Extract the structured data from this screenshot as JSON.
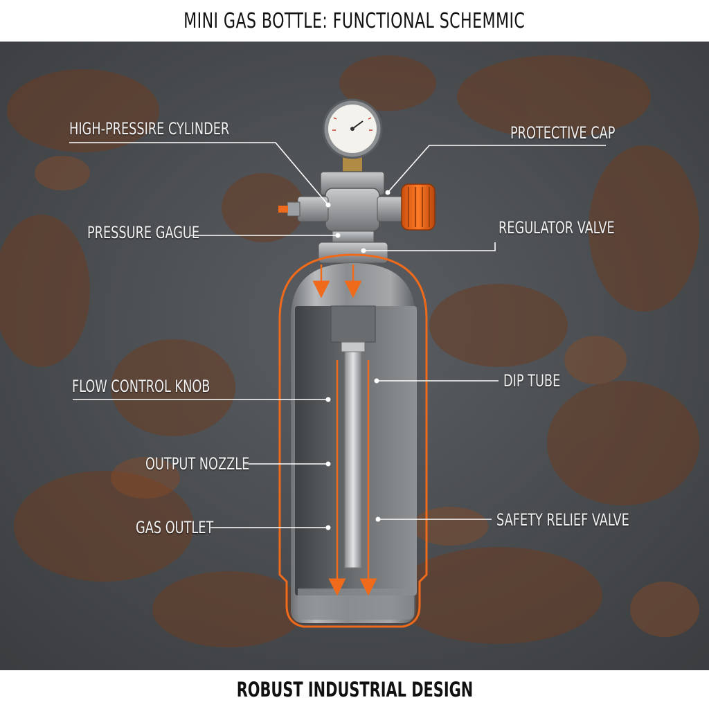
{
  "diagram": {
    "title": "MINI GAS BOTTLE: FUNCTIONAL SCHEMMIC",
    "footer": "ROBUST INDUSTRIAL DESIGN",
    "colors": {
      "background_metal": "#4a4d50",
      "rust": "#6b3d22",
      "accent_orange": "#f06a1c",
      "steel": "#9a9c9e",
      "label_text": "#f2f2f2",
      "leader_line": "#ffffff"
    },
    "callouts": [
      {
        "label": "HIGH-PRESSIRE CYLINDER",
        "side": "left"
      },
      {
        "label": "PROTECTIVE CAP",
        "side": "right"
      },
      {
        "label": "PRESSURE GAGUE",
        "side": "left"
      },
      {
        "label": "REGULATOR VALVE",
        "side": "right"
      },
      {
        "label": "FLOW CONTROL KNOB",
        "side": "left"
      },
      {
        "label": "DIP TUBE",
        "side": "right"
      },
      {
        "label": "OUTPUT NOZZLE",
        "side": "left"
      },
      {
        "label": "GAS OUTLET",
        "side": "left"
      },
      {
        "label": "SAFETY RELIEF VALVE",
        "side": "right"
      }
    ]
  }
}
